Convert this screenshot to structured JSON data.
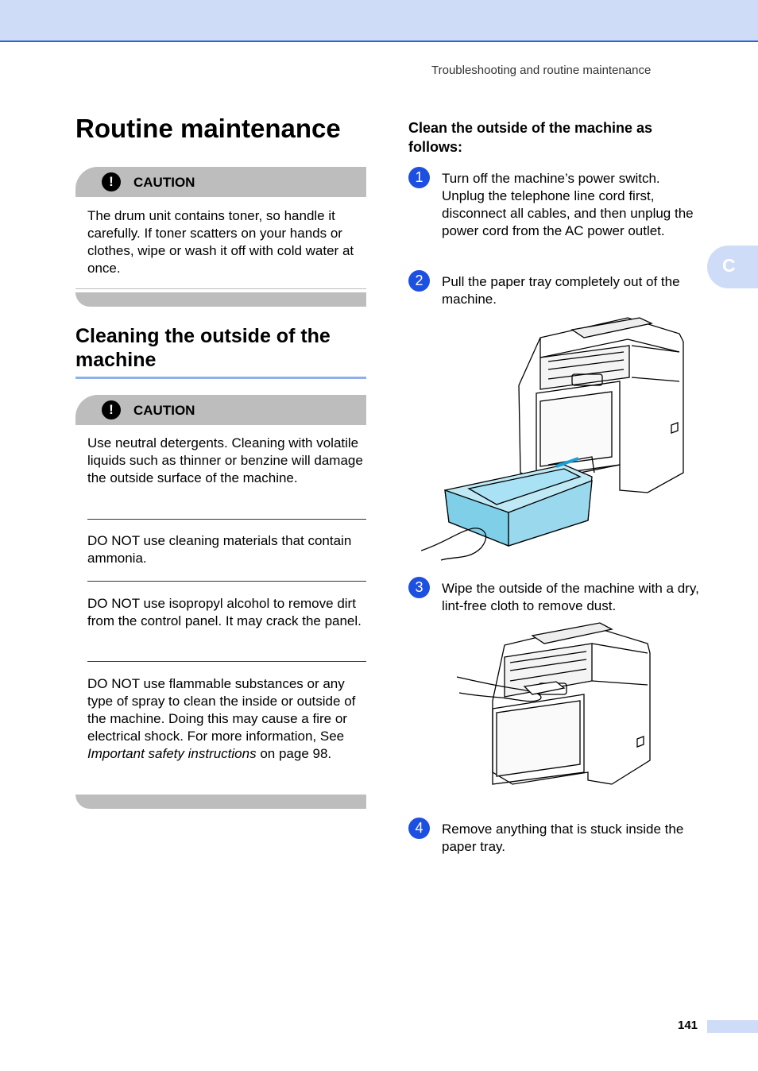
{
  "header": {
    "running_head": "Troubleshooting and routine maintenance"
  },
  "side_tab": {
    "label": "C"
  },
  "footer": {
    "page_number": "141"
  },
  "title": "Routine maintenance",
  "caution1": {
    "label": "CAUTION",
    "text": "The drum unit contains toner, so handle it carefully. If toner scatters on your hands or clothes, wipe or wash it off with cold water at once."
  },
  "section_title": "Cleaning the outside of the machine",
  "caution2": {
    "label": "CAUTION",
    "items": [
      "Use neutral detergents. Cleaning with volatile liquids such as thinner or benzine will damage the outside surface of the machine.",
      "DO NOT use cleaning materials that contain ammonia.",
      "DO NOT use isopropyl alcohol to remove dirt from the control panel. It may crack the panel."
    ],
    "last_item": {
      "before": "DO NOT use flammable substances or any type of spray to clean the inside or outside of the machine. Doing this may cause a fire or electrical shock. For more information, See ",
      "link": "Important safety instructions",
      "after": " on page 98."
    }
  },
  "right_heading": "Clean the outside of the machine as follows:",
  "steps": [
    {
      "num": "1",
      "text": "Turn off the machine’s power switch. Unplug the telephone line cord first, disconnect all cables, and then unplug the power cord from the AC power outlet."
    },
    {
      "num": "2",
      "text": "Pull the paper tray completely out of the machine."
    },
    {
      "num": "3",
      "text": "Wipe the outside of the machine with a dry, lint-free cloth to remove dust."
    },
    {
      "num": "4",
      "text": "Remove anything that is stuck inside the paper tray."
    }
  ],
  "icons": {
    "caution": "exclamation-icon"
  }
}
